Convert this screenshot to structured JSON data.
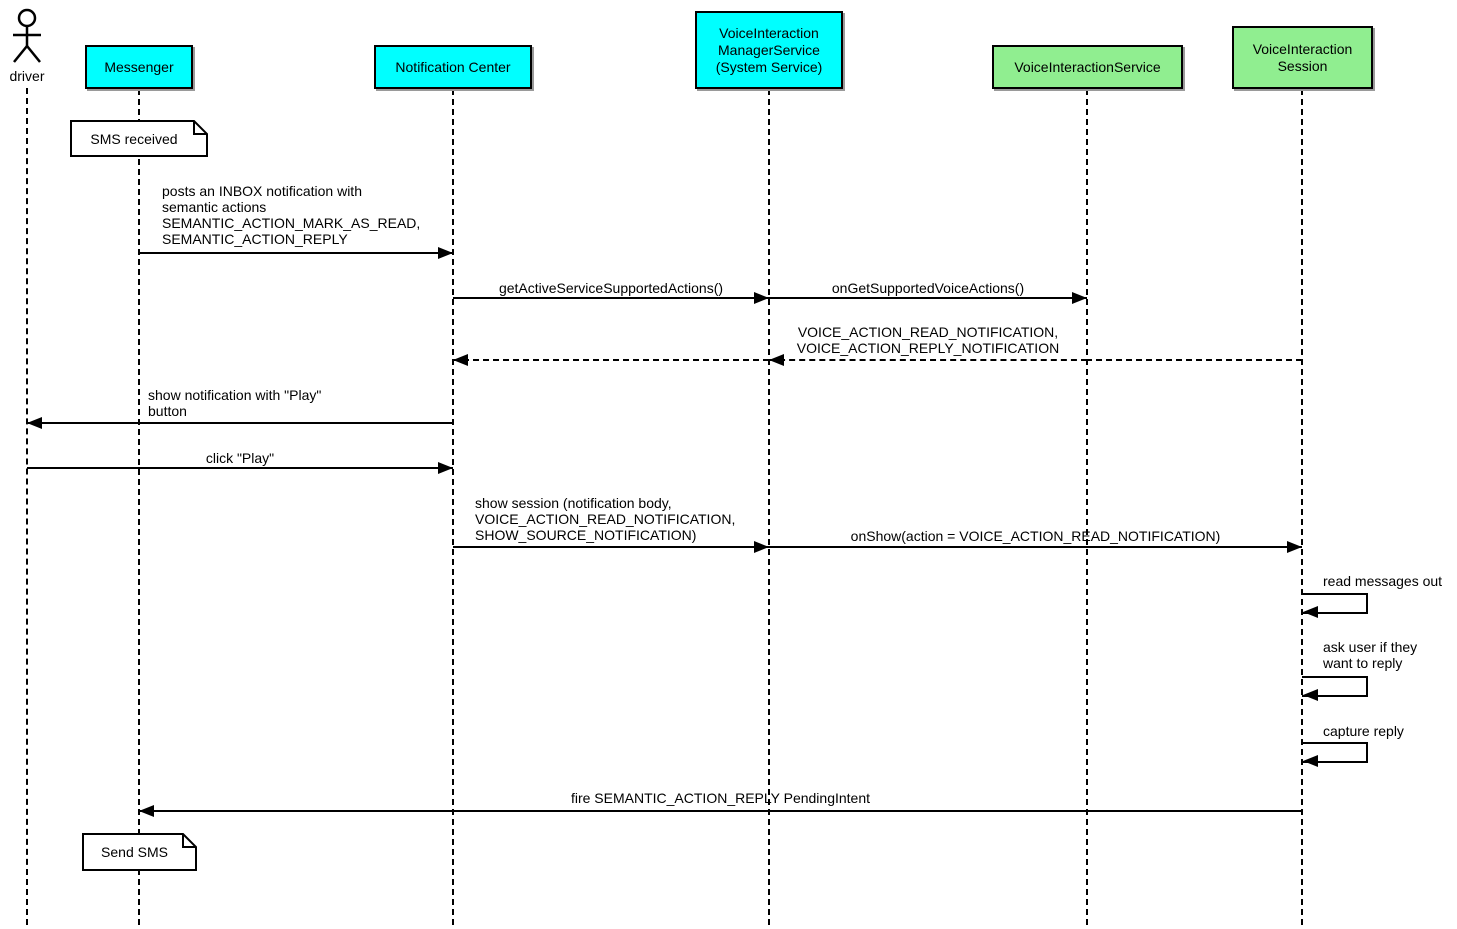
{
  "colors": {
    "system_participant": "#00FFFF",
    "voice_participant": "#90EE90",
    "note_background": "#FFFFFF",
    "line": "#000000"
  },
  "actor": {
    "label": "driver"
  },
  "participants": [
    {
      "label": "Messenger",
      "color": "#00FFFF"
    },
    {
      "label": "Notification Center",
      "color": "#00FFFF"
    },
    {
      "label": "VoiceInteraction\nManagerService\n(System Service)",
      "color": "#00FFFF"
    },
    {
      "label": "VoiceInteractionService",
      "color": "#90EE90"
    },
    {
      "label": "VoiceInteraction\nSession",
      "color": "#90EE90"
    }
  ],
  "notes": [
    {
      "text": "SMS received",
      "attached_to": "Messenger"
    },
    {
      "text": "Send SMS",
      "attached_to": "Messenger"
    }
  ],
  "messages": [
    {
      "from": "Messenger",
      "to": "Notification Center",
      "style": "solid",
      "text": "posts an INBOX notification with\nsemantic actions\nSEMANTIC_ACTION_MARK_AS_READ,\nSEMANTIC_ACTION_REPLY"
    },
    {
      "from": "Notification Center",
      "to": "VoiceInteraction ManagerService (System Service)",
      "style": "solid",
      "text": "getActiveServiceSupportedActions()"
    },
    {
      "from": "VoiceInteraction ManagerService (System Service)",
      "to": "VoiceInteractionService",
      "style": "solid",
      "text": "onGetSupportedVoiceActions()"
    },
    {
      "from": "VoiceInteractionService",
      "to": "Notification Center",
      "style": "dashed-return",
      "text": "VOICE_ACTION_READ_NOTIFICATION,\nVOICE_ACTION_REPLY_NOTIFICATION"
    },
    {
      "from": "Notification Center",
      "to": "driver",
      "style": "solid",
      "text": "show notification with \"Play\"\nbutton"
    },
    {
      "from": "driver",
      "to": "Notification Center",
      "style": "solid",
      "text": "click \"Play\""
    },
    {
      "from": "Notification Center",
      "to": "VoiceInteraction ManagerService (System Service)",
      "style": "solid",
      "text": "show session (notification body,\nVOICE_ACTION_READ_NOTIFICATION,\nSHOW_SOURCE_NOTIFICATION)"
    },
    {
      "from": "VoiceInteraction ManagerService (System Service)",
      "to": "VoiceInteraction Session",
      "style": "solid",
      "text": "onShow(action = VOICE_ACTION_READ_NOTIFICATION)"
    },
    {
      "from": "VoiceInteraction Session",
      "to": "VoiceInteraction Session",
      "style": "self",
      "text": "read messages out"
    },
    {
      "from": "VoiceInteraction Session",
      "to": "VoiceInteraction Session",
      "style": "self",
      "text": "ask user if they\nwant to reply"
    },
    {
      "from": "VoiceInteraction Session",
      "to": "VoiceInteraction Session",
      "style": "self",
      "text": "capture reply"
    },
    {
      "from": "VoiceInteraction Session",
      "to": "Messenger",
      "style": "solid",
      "text": "fire SEMANTIC_ACTION_REPLY PendingIntent"
    }
  ]
}
